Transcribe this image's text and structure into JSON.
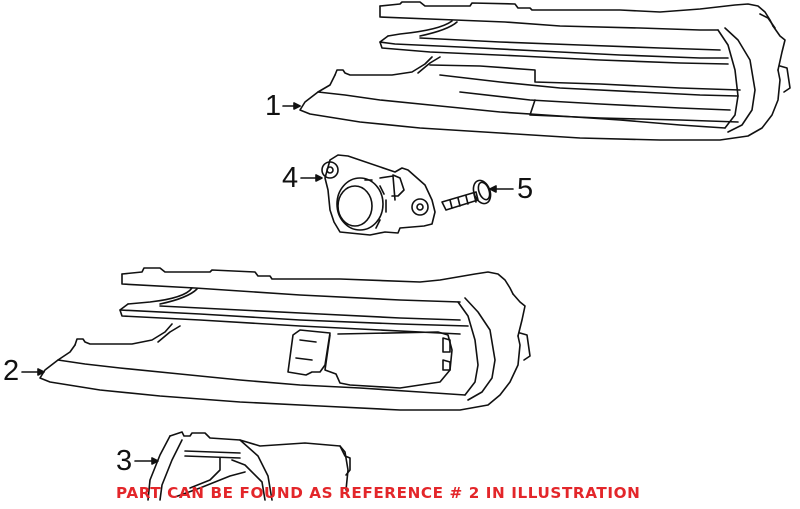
{
  "diagram": {
    "type": "exploded parts illustration",
    "parts": [
      {
        "ref": "1",
        "description": "upper bumper grille / fog lamp trim (closed variant)"
      },
      {
        "ref": "2",
        "description": "bumper grille / fog lamp trim with sensor opening"
      },
      {
        "ref": "3",
        "description": "fog lamp bezel insert"
      },
      {
        "ref": "4",
        "description": "parking sensor / camera housing"
      },
      {
        "ref": "5",
        "description": "screw"
      }
    ],
    "callouts": {
      "c1": "1",
      "c2": "2",
      "c3": "3",
      "c4": "4",
      "c5": "5"
    },
    "note": "PART CAN BE FOUND AS REFERENCE # 2 IN ILLUSTRATION",
    "colors": {
      "line": "#111111",
      "note": "#e3262a",
      "background": "#ffffff"
    }
  }
}
